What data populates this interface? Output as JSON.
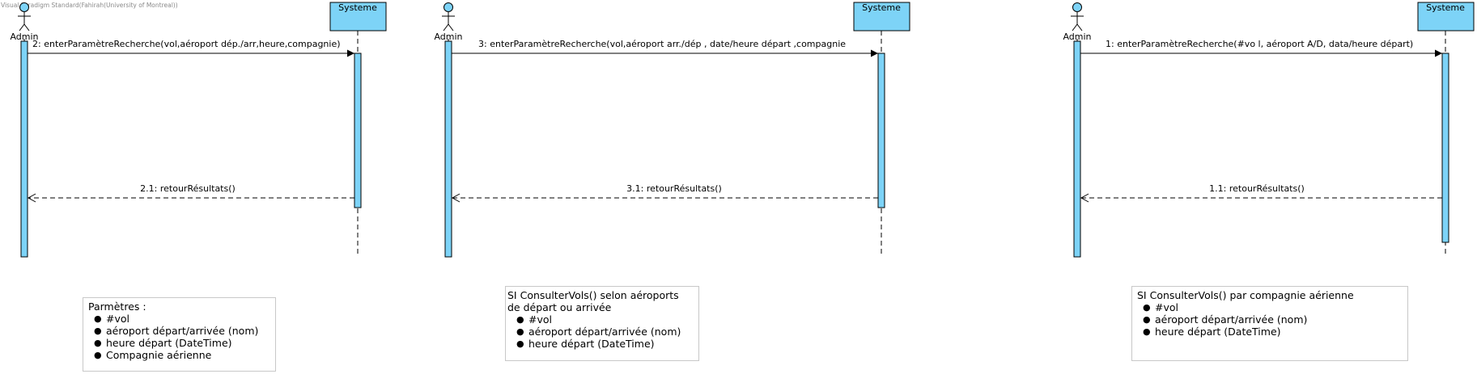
{
  "watermark": "Visual Paradigm Standard(Fahirah(University of Montreal))",
  "colors": {
    "box_fill": "#7dd3f7",
    "stroke": "#000000",
    "note_border": "#c8c8c8"
  },
  "diagrams": [
    {
      "actor": "Admin",
      "system": "Systeme",
      "request": "2: enterParamètreRecherche(vol,aéroport dép./arr,heure,compagnie)",
      "response": "2.1: retourRésultats()",
      "note": {
        "title": "Parmètres :",
        "items": [
          " #vol",
          "aéroport départ/arrivée (nom)",
          "heure départ (DateTime)",
          "Compagnie aérienne"
        ]
      }
    },
    {
      "actor": "Admin",
      "system": "Systeme",
      "request": "3: enterParamètreRecherche(vol,aéroport arr./dép , date/heure départ ,compagnie",
      "response": "3.1: retourRésultats()",
      "note": {
        "title": " SI ConsulterVols() selon aéroports de départ ou arrivée",
        "items": [
          " #vol",
          "aéroport départ/arrivée (nom)",
          "heure départ (DateTime)"
        ]
      }
    },
    {
      "actor": "Admin",
      "system": "Systeme",
      "request": "1: enterParamètreRecherche(#vo l, aéroport A/D, data/heure départ)",
      "response": "1.1: retourRésultats()",
      "note": {
        "title": "SI ConsulterVols() par compagnie aérienne",
        "items": [
          " #vol",
          "aéroport départ/arrivée (nom)",
          "heure départ (DateTime)"
        ]
      }
    }
  ]
}
